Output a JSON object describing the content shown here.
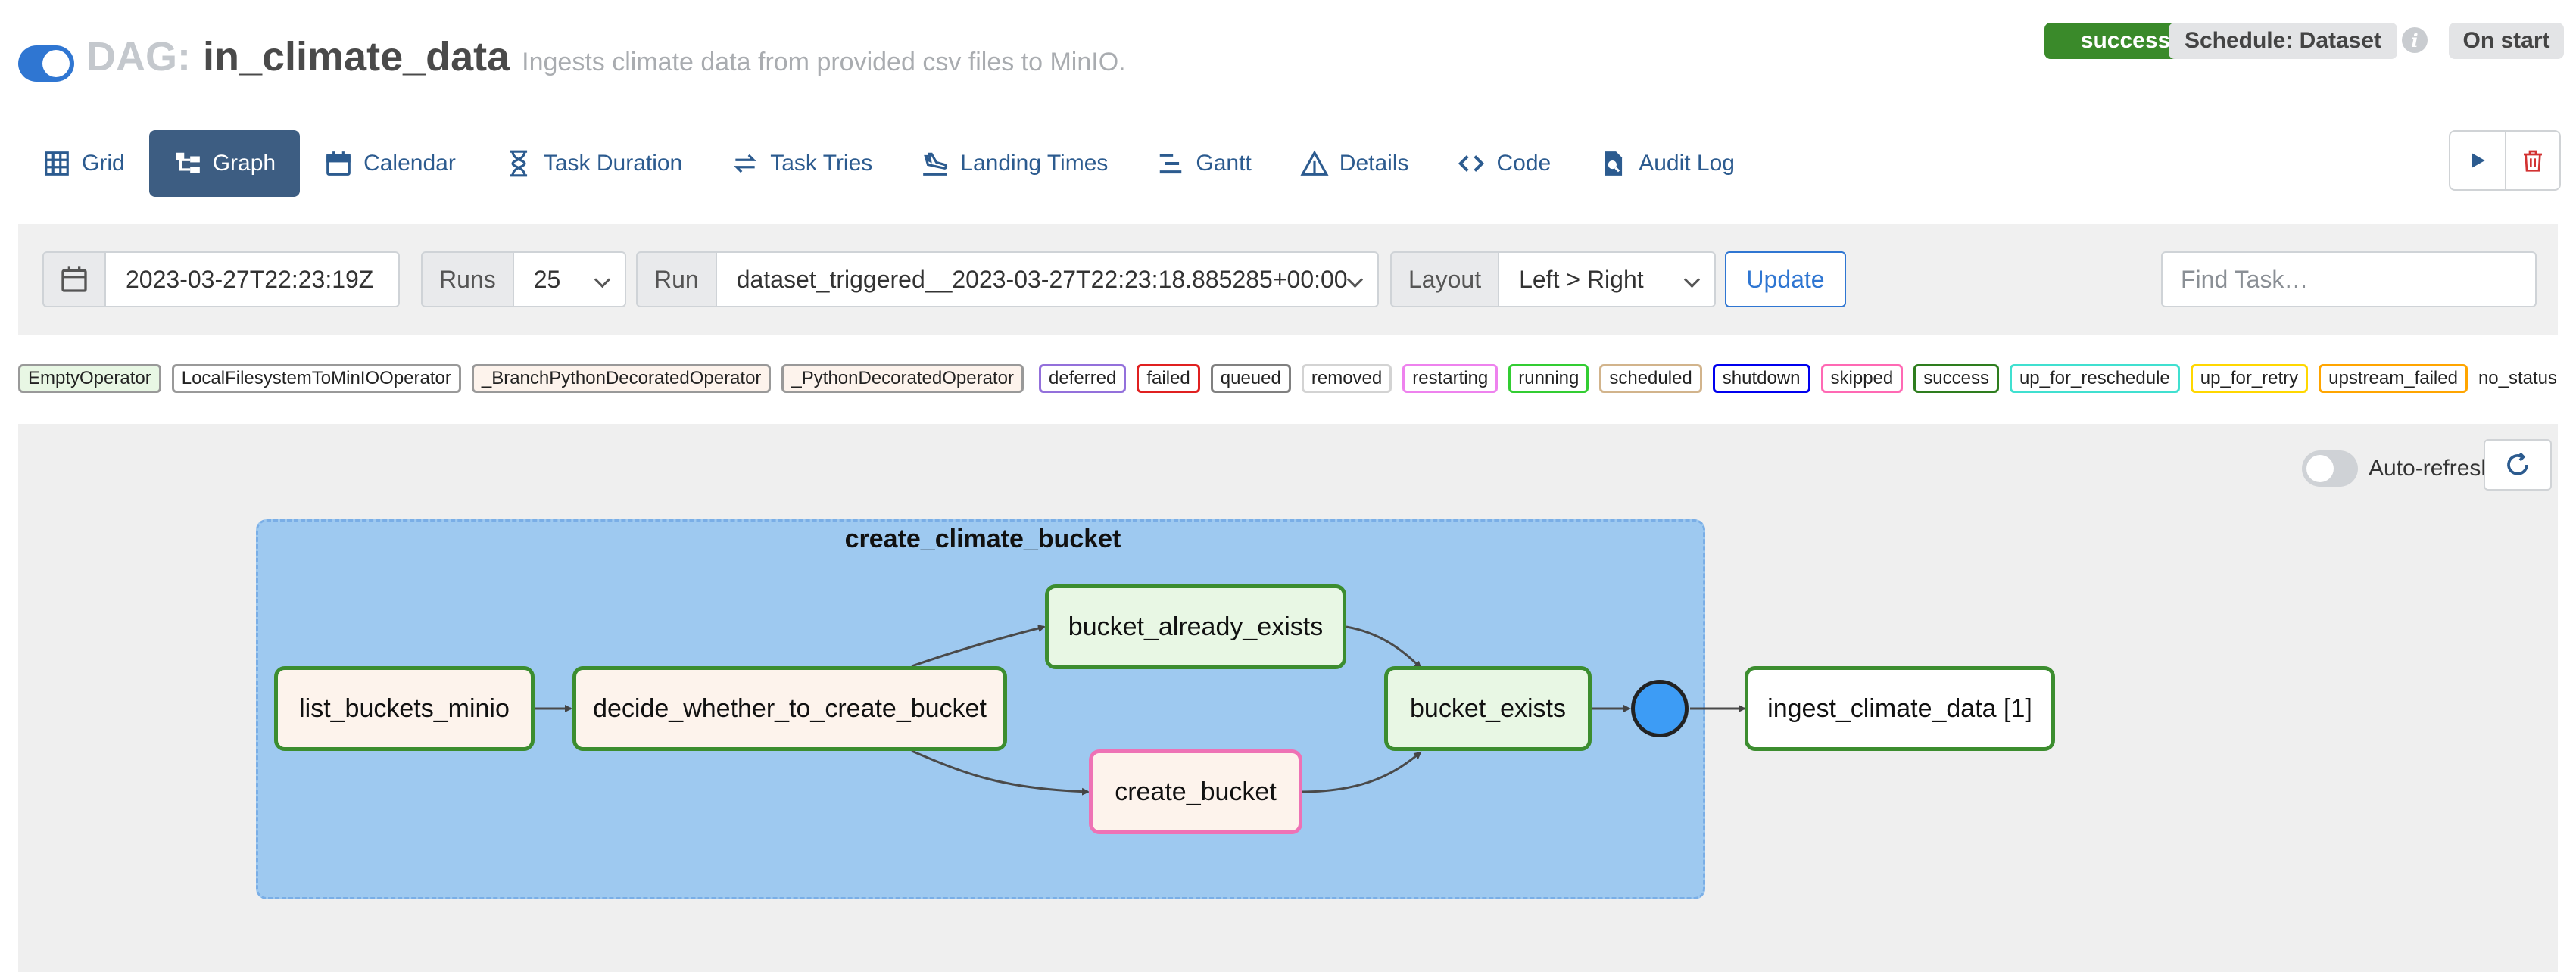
{
  "header": {
    "dag_label": "DAG:",
    "dag_id": "in_climate_data",
    "description": "Ingests climate data from provided csv files to MinIO.",
    "status_badge": "success",
    "schedule_badge": "Schedule: Dataset",
    "info_icon": "i",
    "run_type_badge": "On start",
    "colors": {
      "toggle": "#2f76d2",
      "success": "#3a8a2a"
    }
  },
  "nav": {
    "tabs": [
      {
        "label": "Grid",
        "icon": "grid-icon"
      },
      {
        "label": "Graph",
        "icon": "graph-icon",
        "active": true
      },
      {
        "label": "Calendar",
        "icon": "calendar-icon"
      },
      {
        "label": "Task Duration",
        "icon": "hourglass-icon"
      },
      {
        "label": "Task Tries",
        "icon": "retry-icon"
      },
      {
        "label": "Landing Times",
        "icon": "plane-landing-icon"
      },
      {
        "label": "Gantt",
        "icon": "gantt-icon"
      },
      {
        "label": "Details",
        "icon": "warning-triangle-icon"
      },
      {
        "label": "Code",
        "icon": "code-icon"
      },
      {
        "label": "Audit Log",
        "icon": "file-search-icon"
      }
    ],
    "actions": [
      "play-icon",
      "trash-icon"
    ]
  },
  "controls": {
    "base_date": "2023-03-27T22:23:19Z",
    "runs_label": "Runs",
    "runs_value": "25",
    "run_label": "Run",
    "run_value": "dataset_triggered__2023-03-27T22:23:18.885285+00:00",
    "layout_label": "Layout",
    "layout_value": "Left > Right",
    "update_label": "Update",
    "find_task_placeholder": "Find Task…"
  },
  "legend": {
    "operators": [
      {
        "label": "EmptyOperator",
        "fill": "#e8f7e4",
        "border": "#999999"
      },
      {
        "label": "LocalFilesystemToMinIOOperator",
        "fill": "#ffffff",
        "border": "#999999"
      },
      {
        "label": "_BranchPythonDecoratedOperator",
        "fill": "#fdf3ec",
        "border": "#999999"
      },
      {
        "label": "_PythonDecoratedOperator",
        "fill": "#fdf3ec",
        "border": "#999999"
      }
    ],
    "states": [
      {
        "label": "deferred",
        "color": "#9370db"
      },
      {
        "label": "failed",
        "color": "#e02020"
      },
      {
        "label": "queued",
        "color": "#808080"
      },
      {
        "label": "removed",
        "color": "#d3d3d3"
      },
      {
        "label": "restarting",
        "color": "#ee82ee"
      },
      {
        "label": "running",
        "color": "#32cd32"
      },
      {
        "label": "scheduled",
        "color": "#d2b48c"
      },
      {
        "label": "shutdown",
        "color": "#0000ee"
      },
      {
        "label": "skipped",
        "color": "#ff69b4"
      },
      {
        "label": "success",
        "color": "#2e7d1e"
      },
      {
        "label": "up_for_reschedule",
        "color": "#40e0d0"
      },
      {
        "label": "up_for_retry",
        "color": "#ffd700"
      },
      {
        "label": "upstream_failed",
        "color": "#ffa500"
      }
    ],
    "no_status": "no_status"
  },
  "graph": {
    "auto_refresh_label": "Auto-refresh",
    "group_label": "create_climate_bucket",
    "nodes": {
      "list_buckets_minio": "list_buckets_minio",
      "decide_whether_to_create_bucket": "decide_whether_to_create_bucket",
      "bucket_already_exists": "bucket_already_exists",
      "create_bucket": "create_bucket",
      "bucket_exists": "bucket_exists",
      "ingest_climate_data": "ingest_climate_data [1]"
    },
    "colors": {
      "group_fill": "#9ec9f0",
      "join_node": "#3d9cf5",
      "success_border": "#3c8d2f",
      "skipped_border": "#ee72b5"
    }
  }
}
